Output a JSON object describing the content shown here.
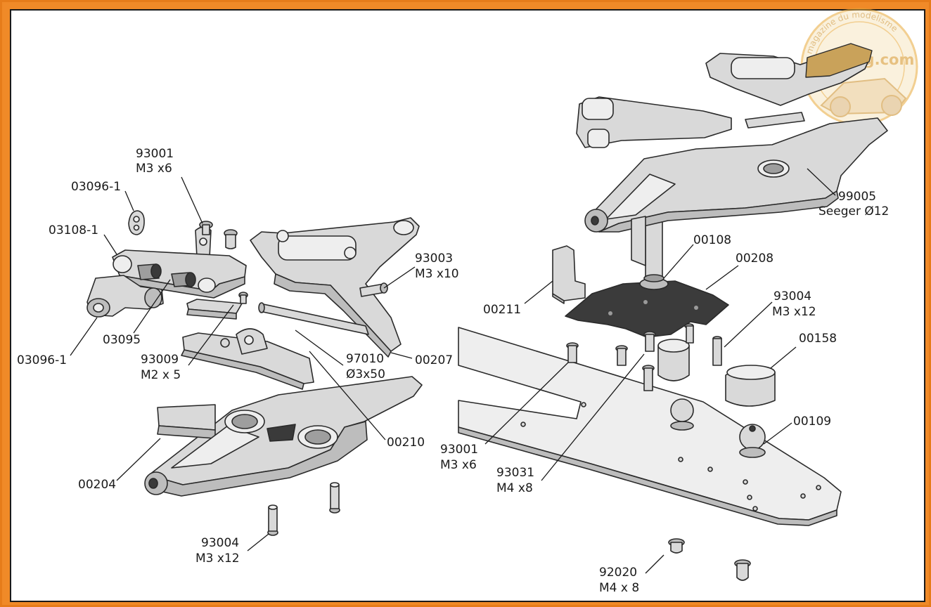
{
  "watermark": {
    "arc_text": "magazine du modelisme",
    "site": "Tonkeg.com",
    "color": "#e8a838"
  },
  "colors": {
    "frame": "#f08a28",
    "background": "#ffffff",
    "ink": "#1a1a1a"
  },
  "labels": [
    {
      "id": "l-93001-a",
      "lines": [
        "93001",
        "M3 x6"
      ]
    },
    {
      "id": "l-03096-1-a",
      "lines": [
        "03096-1"
      ]
    },
    {
      "id": "l-03108-1",
      "lines": [
        "03108-1"
      ]
    },
    {
      "id": "l-93003",
      "lines": [
        "93003",
        "M3 x10"
      ]
    },
    {
      "id": "l-03095",
      "lines": [
        "03095"
      ]
    },
    {
      "id": "l-03096-1-b",
      "lines": [
        "03096-1"
      ]
    },
    {
      "id": "l-93009",
      "lines": [
        "93009",
        "M2 x 5"
      ]
    },
    {
      "id": "l-97010",
      "lines": [
        "97010",
        "Ø3x50"
      ]
    },
    {
      "id": "l-00207",
      "lines": [
        "00207"
      ]
    },
    {
      "id": "l-00210",
      "lines": [
        "00210"
      ]
    },
    {
      "id": "l-00204",
      "lines": [
        "00204"
      ]
    },
    {
      "id": "l-93004-a",
      "lines": [
        "93004",
        "M3 x12"
      ]
    },
    {
      "id": "l-99005",
      "lines": [
        "99005",
        "Seeger Ø12"
      ]
    },
    {
      "id": "l-00108",
      "lines": [
        "00108"
      ]
    },
    {
      "id": "l-00208",
      "lines": [
        "00208"
      ]
    },
    {
      "id": "l-00211",
      "lines": [
        "00211"
      ]
    },
    {
      "id": "l-93004-b",
      "lines": [
        "93004",
        "M3 x12"
      ]
    },
    {
      "id": "l-00158",
      "lines": [
        "00158"
      ]
    },
    {
      "id": "l-00109",
      "lines": [
        "00109"
      ]
    },
    {
      "id": "l-93001-b",
      "lines": [
        "93001",
        "M3 x6"
      ]
    },
    {
      "id": "l-93031",
      "lines": [
        "93031",
        "M4 x8"
      ]
    },
    {
      "id": "l-92020",
      "lines": [
        "92020",
        "M4 x 8"
      ]
    }
  ]
}
